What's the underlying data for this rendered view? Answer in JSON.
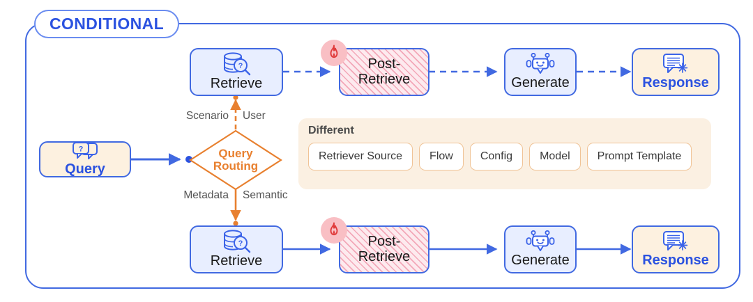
{
  "frame": {
    "title": "CONDITIONAL",
    "border_color": "#4169e1"
  },
  "colors": {
    "blue": "#4169e1",
    "blue_text": "#2b52e0",
    "orange": "#e8802f",
    "node_blue_fill": "#e8eeff",
    "node_cream_fill": "#fdf1e0",
    "hatch_fill": "#fdeaee",
    "hatch_stripe": "#f3a7b8",
    "flame_badge": "#f9bfc4",
    "flame_stroke": "#e03a3a",
    "panel_fill": "#fbf0e2",
    "chip_border": "#f0c396",
    "edge_label": "#555555"
  },
  "query": {
    "label": "Query",
    "icon": "question-speech-bubbles-icon"
  },
  "router": {
    "label": "Query\nRouting",
    "name": "query-routing-diamond"
  },
  "edge_labels": {
    "top_left": "Scenario",
    "top_right": "User",
    "bottom_left": "Metadata",
    "bottom_right": "Semantic"
  },
  "branches": [
    {
      "id": "top",
      "arrow_style": "dashed",
      "nodes": [
        {
          "id": "retrieve",
          "label": "Retrieve",
          "style": "blue",
          "icon": "database-search-icon",
          "badge": null
        },
        {
          "id": "post-retrieve",
          "label": "Post-\nRetrieve",
          "style": "hatch",
          "icon": null,
          "badge": "flame-icon"
        },
        {
          "id": "generate",
          "label": "Generate",
          "style": "blue",
          "icon": "robot-face-icon",
          "badge": null
        },
        {
          "id": "response",
          "label": "Response",
          "style": "cream",
          "icon": "response-bubble-sparkle-icon",
          "badge": null
        }
      ]
    },
    {
      "id": "bottom",
      "arrow_style": "solid",
      "nodes": [
        {
          "id": "retrieve",
          "label": "Retrieve",
          "style": "blue",
          "icon": "database-search-icon",
          "badge": null
        },
        {
          "id": "post-retrieve",
          "label": "Post-\nRetrieve",
          "style": "hatch",
          "icon": null,
          "badge": "flame-icon"
        },
        {
          "id": "generate",
          "label": "Generate",
          "style": "blue",
          "icon": "robot-face-icon",
          "badge": null
        },
        {
          "id": "response",
          "label": "Response",
          "style": "cream",
          "icon": "response-bubble-sparkle-icon",
          "badge": null
        }
      ]
    }
  ],
  "different_panel": {
    "title": "Different",
    "chips": [
      "Retriever Source",
      "Flow",
      "Config",
      "Model",
      "Prompt Template"
    ]
  }
}
